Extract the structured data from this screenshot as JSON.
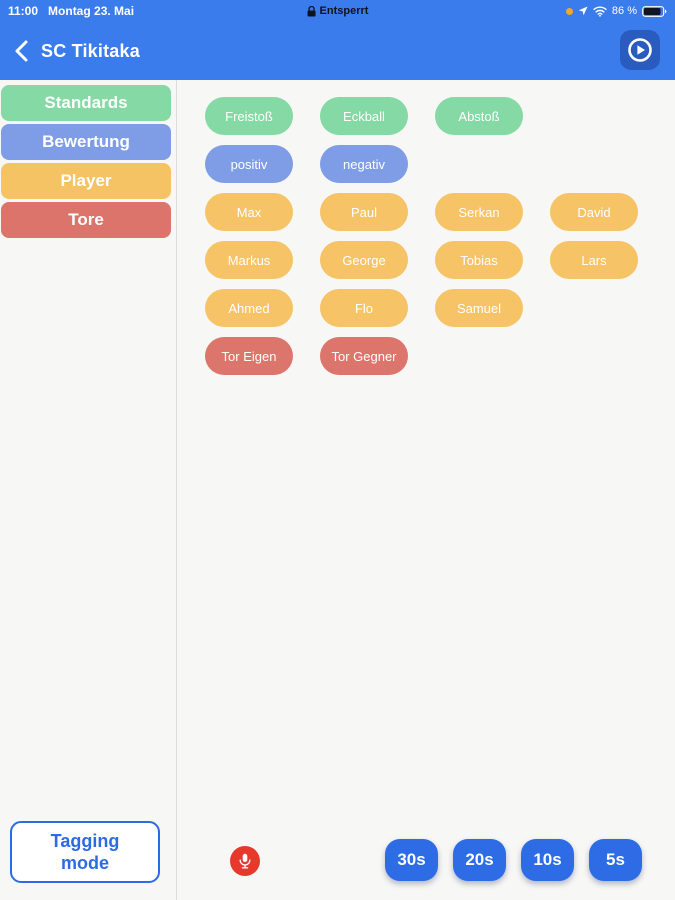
{
  "status_bar": {
    "time": "11:00",
    "date": "Montag 23. Mai",
    "lock_text": "Entsperrt",
    "battery_percent": "86 %"
  },
  "header": {
    "title": "SC Tikitaka"
  },
  "sidebar": {
    "items": [
      {
        "label": "Standards"
      },
      {
        "label": "Bewertung"
      },
      {
        "label": "Player"
      },
      {
        "label": "Tore"
      }
    ]
  },
  "tags": {
    "rows": [
      {
        "category": "standards",
        "items": [
          {
            "label": "Freistoß"
          },
          {
            "label": "Eckball"
          },
          {
            "label": "Abstoß"
          }
        ]
      },
      {
        "category": "bewertung",
        "items": [
          {
            "label": "positiv"
          },
          {
            "label": "negativ"
          }
        ]
      },
      {
        "category": "player",
        "items": [
          {
            "label": "Max"
          },
          {
            "label": "Paul"
          },
          {
            "label": "Serkan"
          },
          {
            "label": "David"
          }
        ]
      },
      {
        "category": "player",
        "items": [
          {
            "label": "Markus"
          },
          {
            "label": "George"
          },
          {
            "label": "Tobias"
          },
          {
            "label": "Lars"
          }
        ]
      },
      {
        "category": "player",
        "items": [
          {
            "label": "Ahmed"
          },
          {
            "label": "Flo"
          },
          {
            "label": "Samuel"
          }
        ]
      },
      {
        "category": "tore",
        "items": [
          {
            "label": "Tor Eigen"
          },
          {
            "label": "Tor Gegner"
          }
        ]
      }
    ]
  },
  "footer": {
    "tagging_mode_label": "Tagging mode",
    "timer_buttons": [
      "30s",
      "20s",
      "10s",
      "5s"
    ]
  },
  "colors": {
    "header_blue": "#3b7cec",
    "standards_green": "#84d9a4",
    "bewertung_blue": "#7f9de6",
    "player_orange": "#f6c367",
    "tore_red": "#dc756c",
    "timer_blue": "#2d6ce5",
    "mic_red": "#e6392c",
    "accent_text_blue": "#2c6be4",
    "record_dot_orange": "#f5a623"
  }
}
